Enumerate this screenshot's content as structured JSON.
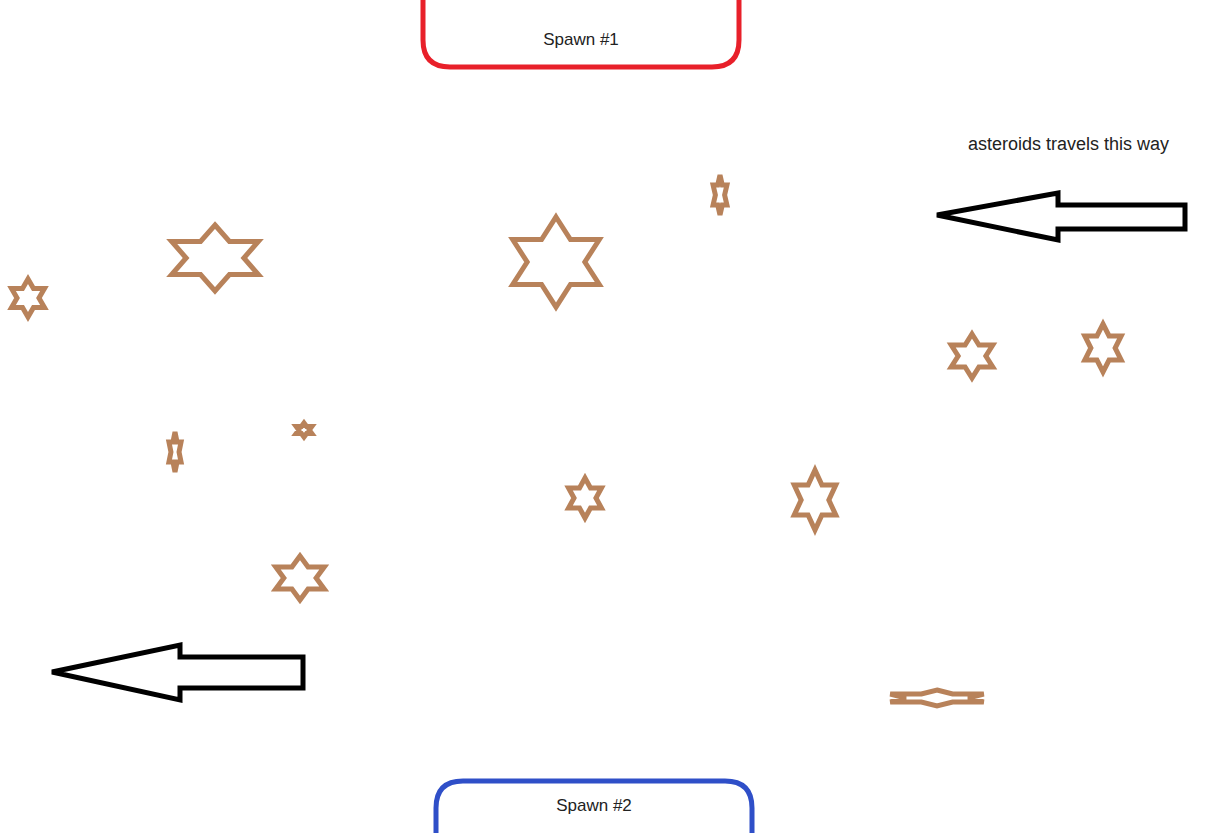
{
  "diagram": {
    "nodes": [
      {
        "text": [
          "Spawn #1"
        ]
      },
      {
        "text": [
          "Spawn #2"
        ]
      }
    ],
    "labels": [
      "asteroids travels this way"
    ]
  }
}
